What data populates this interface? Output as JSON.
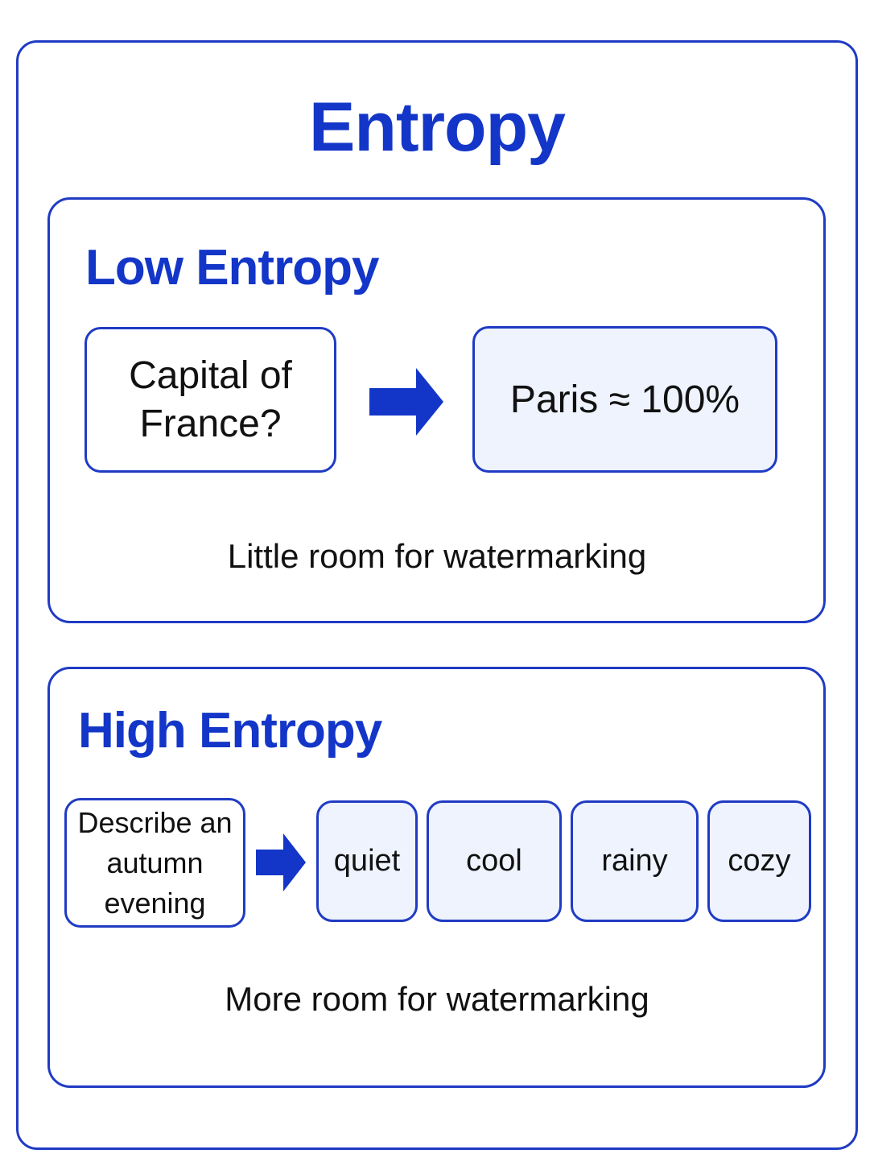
{
  "title": "Entropy",
  "colors": {
    "accent": "#1336c8",
    "border": "#1f3bc4",
    "fill": "#eef3fe",
    "text": "#111111"
  },
  "low": {
    "heading": "Low Entropy",
    "prompt_line1": "Capital of",
    "prompt_line2": "France?",
    "arrow_icon": "right-arrow-icon",
    "output": "Paris ≈ 100%",
    "caption": "Little room for watermarking"
  },
  "high": {
    "heading": "High Entropy",
    "prompt_line1": "Describe an",
    "prompt_line2": "autumn evening",
    "arrow_icon": "right-arrow-icon",
    "options": [
      "quiet",
      "cool",
      "rainy",
      "cozy"
    ],
    "caption": "More room for watermarking"
  }
}
